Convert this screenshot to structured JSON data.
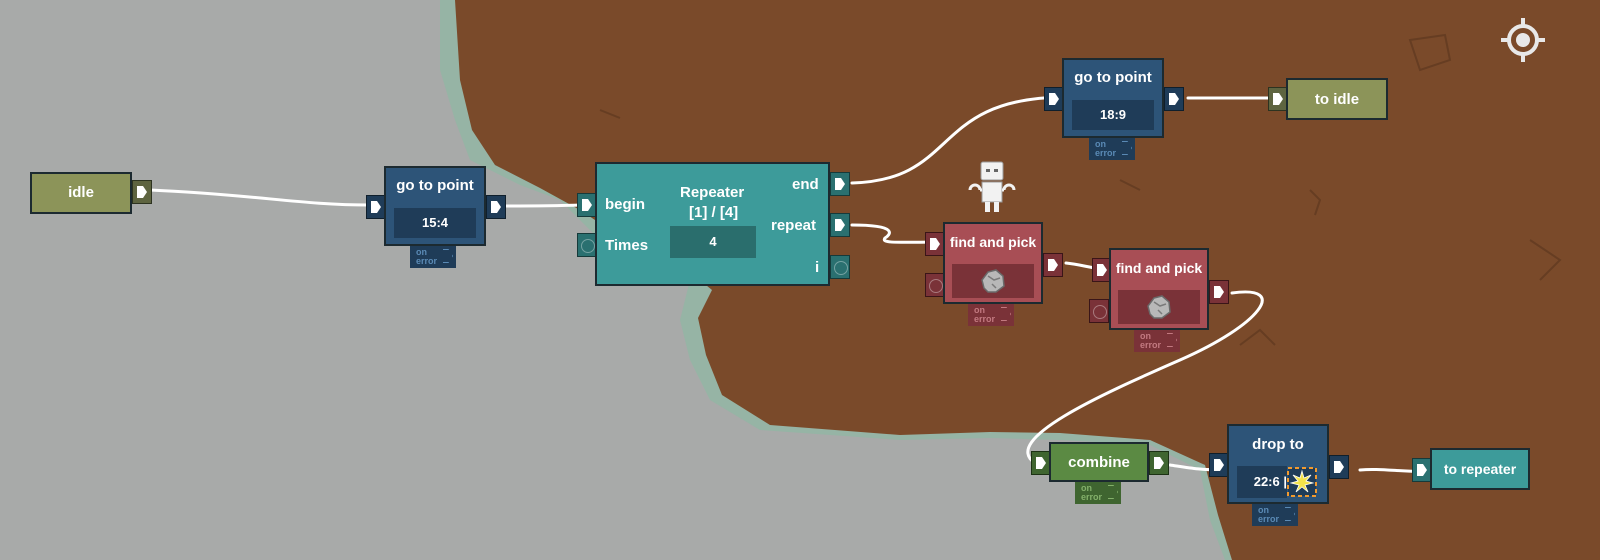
{
  "colors": {
    "ocean": "#a8aaa9",
    "land": "#7a4a2a",
    "shore": "#8fb8a4",
    "wire": "#ffffff",
    "blue_node": "#2d5478",
    "olive_node": "#8c9459",
    "teal_node": "#3d9b9a",
    "red_node": "#a84e55",
    "green_node": "#5b8a43"
  },
  "icons": {
    "recenter": "crosshair-target-icon",
    "robot": "robot-icon",
    "rock": "rock-icon",
    "drop_target": "explosion-target-icon"
  },
  "nodes": {
    "idle": {
      "label": "idle"
    },
    "goto1": {
      "label": "go to point",
      "value": "15:4",
      "error_label": "on\nerror"
    },
    "repeater": {
      "title": "Repeater",
      "counter": "[1] / [4]",
      "begin_label": "begin",
      "times_label": "Times",
      "times_value": "4",
      "end_label": "end",
      "repeat_label": "repeat",
      "i_label": "i"
    },
    "goto2": {
      "label": "go to point",
      "value": "18:9",
      "error_label": "on\nerror"
    },
    "to_idle": {
      "label": "to idle"
    },
    "find1": {
      "label": "find and pick",
      "error_label": "on\nerror"
    },
    "find2": {
      "label": "find and pick",
      "error_label": "on\nerror"
    },
    "combine": {
      "label": "combine",
      "error_label": "on\nerror"
    },
    "drop": {
      "label": "drop to",
      "value": "22:6 |",
      "error_label": "on\nerror"
    },
    "to_repeater": {
      "label": "to repeater"
    }
  }
}
